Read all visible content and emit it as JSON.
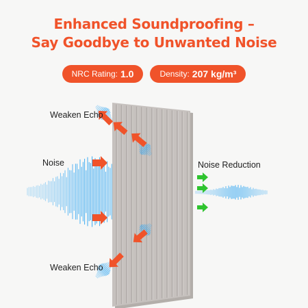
{
  "headline": {
    "line1": "Enhanced Soundproofing –",
    "line2": "Say Goodbye to Unwanted Noise"
  },
  "badges": [
    {
      "label": "NRC Rating:",
      "value": "1.0"
    },
    {
      "label": "Density:",
      "value": "207 kg/m³"
    }
  ],
  "labels": {
    "weaken_echo_top": "Weaken Echo",
    "noise": "Noise",
    "noise_reduction": "Noise Reduction",
    "weaken_echo_bottom": "Weaken Echo"
  },
  "colors": {
    "accent": "#f0532a",
    "panel": "#c4bfbc",
    "wave": "#3aaaf2",
    "reduced_arrow": "#2fc42f"
  }
}
